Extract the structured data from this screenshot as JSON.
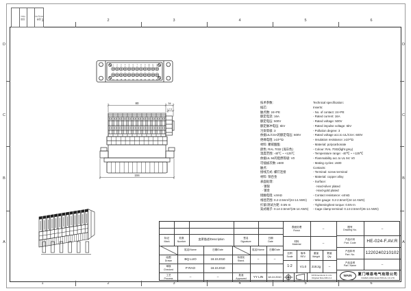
{
  "sheet": {
    "grid": {
      "columns": [
        "1",
        "2",
        "3",
        "4",
        "5",
        "6"
      ],
      "rows": [
        "D",
        "C",
        "B",
        "A"
      ]
    },
    "corner_cells": [
      "日期\nDate",
      "图号\nDrwg.No."
    ]
  },
  "views": {
    "face": {
      "contacts_top": [
        "1",
        "2",
        "3",
        "4",
        "5",
        "6",
        "7",
        "8",
        "9",
        "10",
        "11",
        "12"
      ],
      "contacts_bottom": [
        "13",
        "14",
        "15",
        "16",
        "17",
        "18",
        "19",
        "20",
        "21",
        "22",
        "23",
        "24"
      ]
    },
    "side": {
      "dim_top": "80",
      "dim_side": "34",
      "dim_offset": "7.3",
      "dim_bottom": "104"
    }
  },
  "specs": {
    "cn": [
      "技术参数:",
      "插芯:",
      "触点数: 24+PE",
      "额定电流: 16A",
      "额定电压: 500V",
      "额定脉冲电压: 6kV",
      "污染等级: 3",
      "依据UL/CSA的额定电压: 600V",
      "绝缘电阻: ≥10¹⁰Ω",
      "材料: 聚碳酸酯",
      "颜色: RAL 7032 (浅灰色)",
      "温度范围: -40℃ ~ +125℃",
      "依据UL 94的阻燃等级: V0",
      "可插拔次数: ≥500",
      "触点:",
      "接线方式: 螺钉连接",
      "材料: 铜合金",
      "表面处理:",
      "  · 镀银",
      "  · 镀金",
      "接触电阻: ≤4mΩ",
      "线径范围: 0.2-2.5mm²(24-14 AWG)",
      "拧紧/测试力矩: 0.5N·m",
      "笼式端子: 0.14-2.5mm²(26-14 AWG)"
    ],
    "en": [
      "Technical specification:",
      "Inserts:",
      "- No. of contact: 24+PE",
      "- Rated current: 16A",
      "- Rated voltage: 500V",
      "- Rated impulse voltage: 6kV",
      "- Pollution degree: 3",
      "- Rated voltage acc.to UL/CSA: 600V",
      "- Insulation resistance: ≥10¹⁰Ω",
      "- Material: polycarbonate",
      "- Colour: RAL 7032(light grey)",
      "- Temperature range: -40℃ ~ +125℃",
      "- Flammability acc.to UL 94: V0",
      "- Mating cycles: ≥500",
      "Contacts:",
      "- Terminal: screw terminal",
      "- Material: copper alloy",
      "- Surface:",
      "  · Hard-silver plated",
      "  · Hard-gold plated",
      "- Contact resistance: ≤4mΩ",
      "- Wire gauge: 0.2-2.5mm²(24-14 AWG)",
      "- Tightening/test torque: 0.5N·m",
      "- Cage clamp terminal: 0.14-2.5mm²(26-14 AWG)"
    ]
  },
  "title_block": {
    "rev_mark": "标记\nMark",
    "rev_number": "处数\nNumber",
    "rev_desc": "变更描述/Description",
    "rev_sig": "签名\nSignature",
    "rev_date": "日期\nDate",
    "name_label": "姓名/Name",
    "date_label": "日期/Date",
    "drawn_label": "绘图\nDrawn",
    "drawn_name": "BQ LUO",
    "drawn_date": "18.10.2010",
    "stand_label": "标准化\nStand.",
    "stand_name": "–",
    "stand_date": "–",
    "checked_label": "审核\nChecked",
    "checked_name": "P RAO",
    "checked_date": "18.10.2010",
    "process_label": "工艺\nProcess",
    "process_name": "–",
    "process_date": "–",
    "approved_label": "批准\nApproved",
    "approved_name": "YY LIN",
    "approved_date": "18.10.2010",
    "finish_label": "表面处理\nFinish",
    "finish_value": "–",
    "material_label": "材料\nMaterial",
    "material_value": "–",
    "scale_label": "比例\nScale",
    "scale_value": "1:2",
    "rev_label": "版本\nREV.",
    "rev_value": "V1.0",
    "weight_label": "重量\nWeight",
    "weight_value": "218.2g",
    "qty_label": "数量\nQty.",
    "qty_value": "–",
    "dims_note": "All Dimensions in mm\nOriginal Size DIN A 4",
    "drawing_no_label": "图号\nDrawing No.",
    "drawing_no_value": "–",
    "part_code_label": "产品代号\nPart. Code",
    "part_code_value": "HE-024-F.AV.R",
    "part_no_label": "产品料号\nPart. No.",
    "part_no_value": "1220240210102",
    "part_name_label": "产品名称\nPart. Name",
    "part_name_value": "–",
    "company_logo": "WAIN",
    "company_cn": "厦门唯恩电气有限公司",
    "company_en": "XIAMEN WAIN ELECTRICAL CO.LTD"
  }
}
